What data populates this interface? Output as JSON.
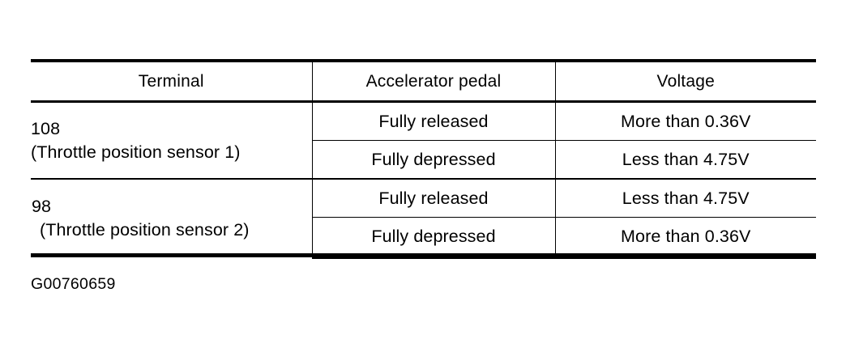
{
  "figure": {
    "caption": "G00760659"
  },
  "table": {
    "headers": [
      {
        "label": "Terminal"
      },
      {
        "label": "Accelerator pedal"
      },
      {
        "label": "Voltage"
      }
    ],
    "groups": [
      {
        "terminal_number": "108",
        "terminal_description": "(Throttle position sensor 1)",
        "rows": [
          {
            "pedal": "Fully released",
            "voltage": "More than 0.36V"
          },
          {
            "pedal": "Fully depressed",
            "voltage": "Less than 4.75V"
          }
        ]
      },
      {
        "terminal_number": "98",
        "terminal_description": "(Throttle position sensor 2)",
        "rows": [
          {
            "pedal": "Fully released",
            "voltage": "Less than 4.75V"
          },
          {
            "pedal": "Fully depressed",
            "voltage": "More than 0.36V"
          }
        ]
      }
    ]
  },
  "colors": {
    "ink": "#000000",
    "page": "#ffffff"
  }
}
